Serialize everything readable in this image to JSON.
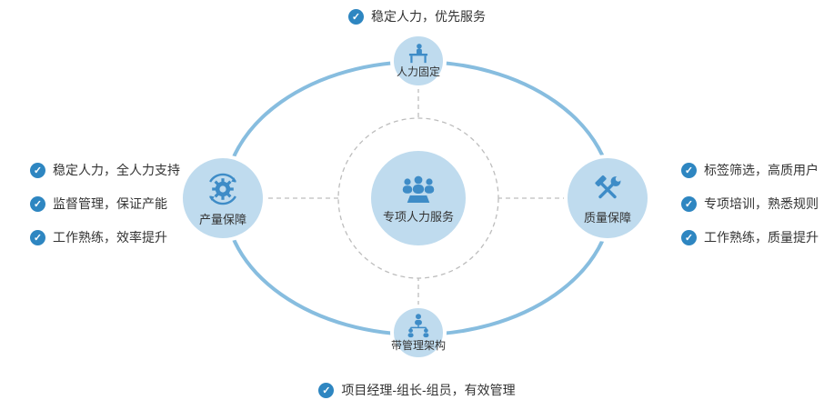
{
  "colors": {
    "accent": "#3e8cc7",
    "node_fill": "#bfdbee",
    "ellipse": "#87bddf",
    "check": "#2e86c1",
    "text": "#333333"
  },
  "center": {
    "label": "专项人力服务",
    "icon": "team-icon"
  },
  "nodes": {
    "top": {
      "label": "人力固定",
      "icon": "worker-desk-icon"
    },
    "left": {
      "label": "产量保障",
      "icon": "gear-sync-icon"
    },
    "right": {
      "label": "质量保障",
      "icon": "tools-icon"
    },
    "bottom": {
      "label": "带管理架构",
      "icon": "org-structure-icon"
    }
  },
  "bullets": {
    "check_glyph": "✓",
    "top": "稳定人力，优先服务",
    "bottom": "项目经理-组长-组员，有效管理",
    "left": [
      "稳定人力，全人力支持",
      "监督管理，保证产能",
      "工作熟练，效率提升"
    ],
    "right": [
      "标签筛选，高质用户",
      "专项培训，熟悉规则",
      "工作熟练，质量提升"
    ]
  }
}
